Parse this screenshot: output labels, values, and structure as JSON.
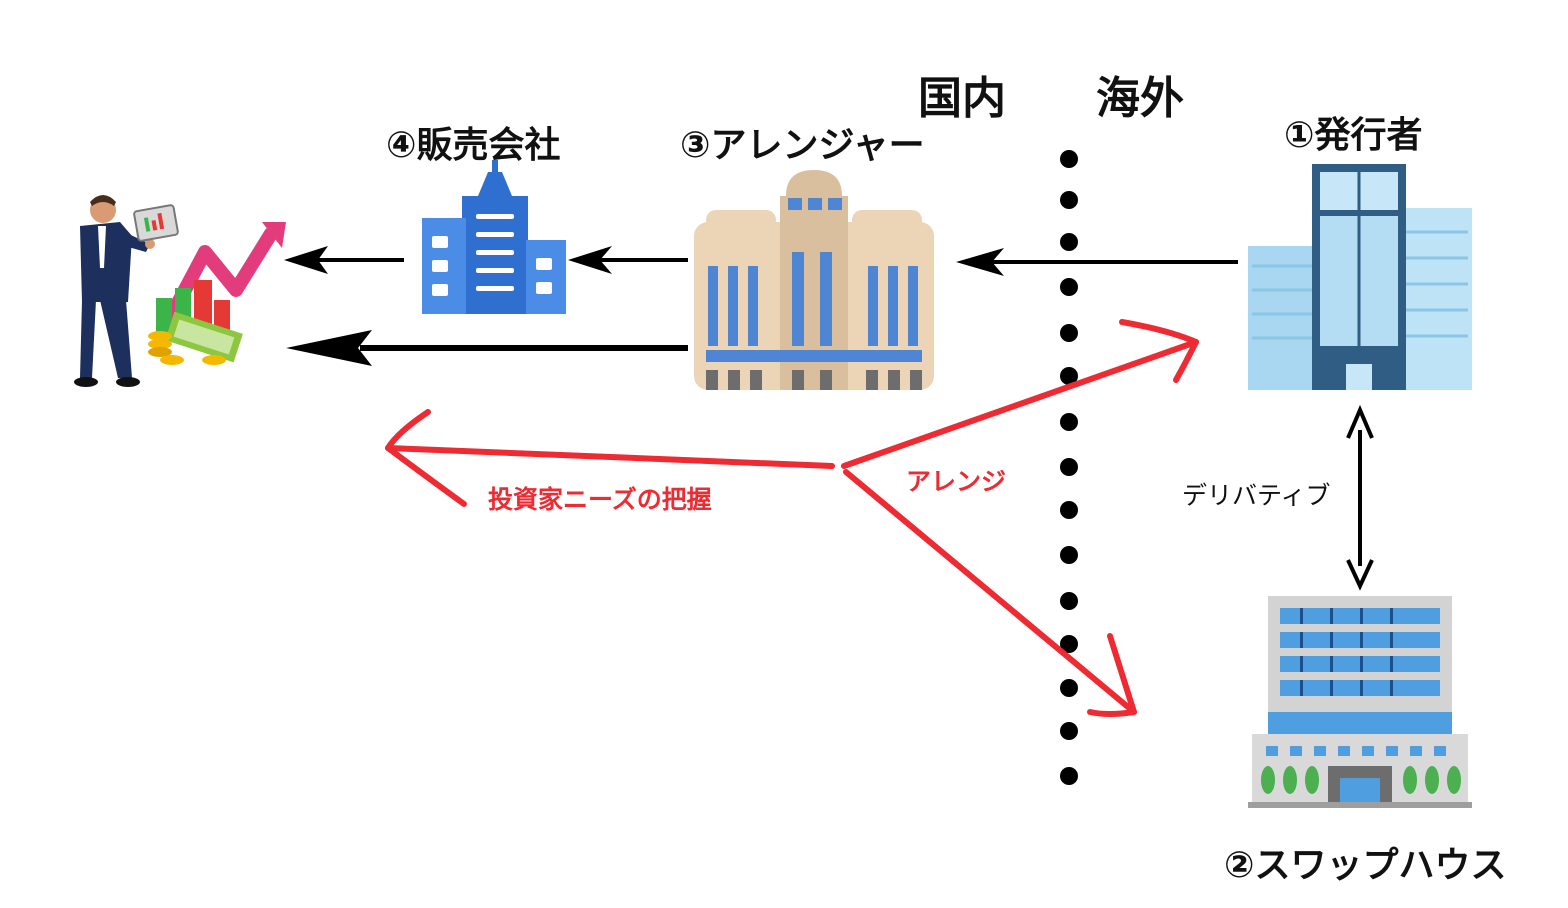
{
  "regions": {
    "domestic": "国内",
    "overseas": "海外"
  },
  "entities": {
    "issuer": "①発行者",
    "swap_house": "②スワップハウス",
    "arranger": "③アレンジャー",
    "sales_company": "④販売会社"
  },
  "flows": {
    "derivative": "デリバティブ",
    "arrange": "アレンジ",
    "investor_needs": "投資家ニーズの把握"
  },
  "colors": {
    "red_arrow": "#ee2a32",
    "black_arrow": "#000000"
  },
  "icons": [
    "investor-icon",
    "sales-company-building-icon",
    "arranger-building-icon",
    "issuer-building-icon",
    "swap-house-building-icon"
  ]
}
